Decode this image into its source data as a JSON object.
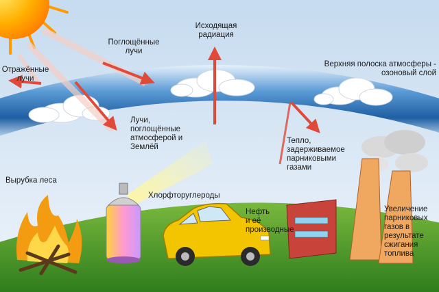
{
  "labels": {
    "reflected": "Отражённые\nлучи",
    "absorbed": "Поглощённые\nлучи",
    "outgoing": "Исходящая\nрадиация",
    "ozone": "Верхняя полоска атмосферы -\nозоновый слой",
    "rays_absorbed": "Лучи,\nпоглощённые\nатмосферой и\nЗемлёй",
    "heat": "Тепло,\nзадерживаемое\nпарниковыми\nгазами",
    "deforestation": "Вырубка леса",
    "cfc": "Хлорфторуглероды",
    "oil": "Нефть\nи её\nпроизводные",
    "increase": "Увеличение\nпарниковых\nгазов в\nрезультате\nсжигания\nтоплива"
  },
  "colors": {
    "sky_top": "#c8dcef",
    "sky_bottom": "#eaf2fa",
    "atmosphere_band": "#2a6fb5",
    "ground": "#4e9a2c",
    "sun": "#ffb000",
    "arrow": "#e04a3a",
    "car": "#f3c400",
    "chimney": "#f0a860",
    "factory": "#c8443a"
  },
  "icons": {
    "sun": "sun-icon",
    "cloud": "cloud-icon",
    "fire": "fire-icon",
    "spray_can": "spray-can-icon",
    "car": "car-icon",
    "factory": "factory-icon"
  }
}
